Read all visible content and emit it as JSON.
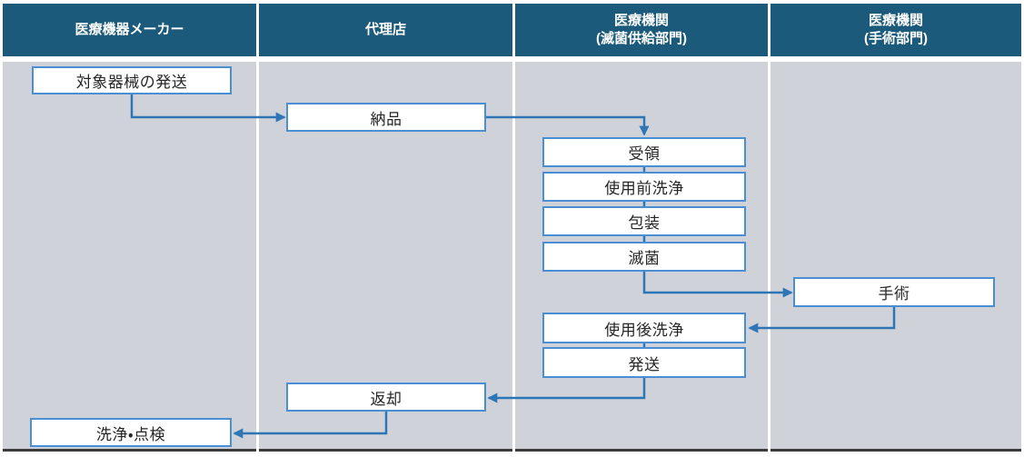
{
  "lanes": [
    {
      "id": "maker",
      "label": "医療機器メーカー"
    },
    {
      "id": "distributor",
      "label": "代理店"
    },
    {
      "id": "sterile-supply",
      "label": "医療機関\n(滅菌供給部門)"
    },
    {
      "id": "surgical-dept",
      "label": "医療機関\n(手術部門)"
    }
  ],
  "nodes": [
    {
      "id": "ship",
      "lane": "maker",
      "label": "対象器械の発送"
    },
    {
      "id": "delivery",
      "lane": "distributor",
      "label": "納品"
    },
    {
      "id": "receive",
      "lane": "sterile-supply",
      "label": "受領"
    },
    {
      "id": "pre-wash",
      "lane": "sterile-supply",
      "label": "使用前洗浄"
    },
    {
      "id": "packaging",
      "lane": "sterile-supply",
      "label": "包装"
    },
    {
      "id": "sterilization",
      "lane": "sterile-supply",
      "label": "滅菌"
    },
    {
      "id": "surgery",
      "lane": "surgical-dept",
      "label": "手術"
    },
    {
      "id": "post-wash",
      "lane": "sterile-supply",
      "label": "使用後洗浄"
    },
    {
      "id": "dispatch",
      "lane": "sterile-supply",
      "label": "発送"
    },
    {
      "id": "return",
      "lane": "distributor",
      "label": "返却"
    },
    {
      "id": "wash-inspect",
      "lane": "maker",
      "label": "洗浄・点検"
    }
  ],
  "edges": [
    {
      "from": "ship",
      "to": "delivery",
      "arrow": true
    },
    {
      "from": "delivery",
      "to": "receive",
      "arrow": true
    },
    {
      "from": "receive",
      "to": "pre-wash",
      "arrow": false
    },
    {
      "from": "pre-wash",
      "to": "packaging",
      "arrow": false
    },
    {
      "from": "packaging",
      "to": "sterilization",
      "arrow": false
    },
    {
      "from": "sterilization",
      "to": "surgery",
      "arrow": true
    },
    {
      "from": "surgery",
      "to": "post-wash",
      "arrow": true
    },
    {
      "from": "post-wash",
      "to": "dispatch",
      "arrow": false
    },
    {
      "from": "dispatch",
      "to": "return",
      "arrow": true
    },
    {
      "from": "return",
      "to": "wash-inspect",
      "arrow": true
    }
  ],
  "colors": {
    "header_bg": "#1b5a7a",
    "header_text": "#ffffff",
    "lane_bg": "#cfd3d9",
    "box_bg": "#ffffff",
    "box_border": "#4a8fd3",
    "box_text": "#262626",
    "arrow": "#2e75b6",
    "bottom_border": "#3c3c3c"
  }
}
